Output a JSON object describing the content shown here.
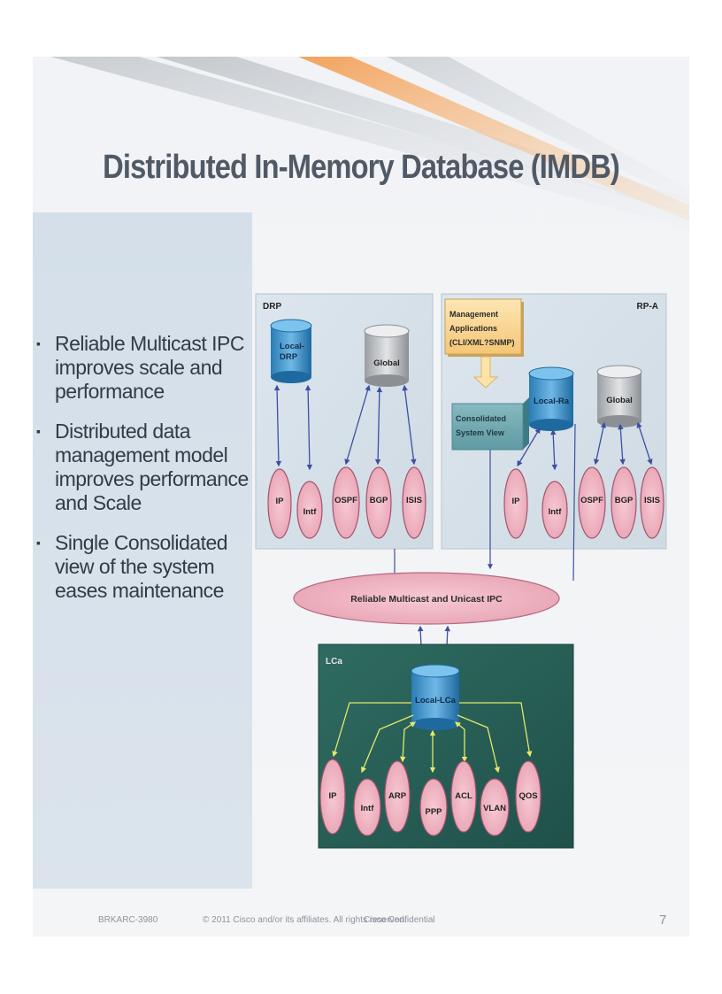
{
  "title": "Distributed In-Memory Database (IMDB)",
  "bullets": [
    "Reliable Multicast IPC improves scale and performance",
    "Distributed data management model improves performance and Scale",
    "Single Consolidated view of the system eases maintenance"
  ],
  "diagram": {
    "drp": {
      "label": "DRP",
      "local_db": "Local-DRP",
      "global_db": "Global",
      "processes": [
        "IP",
        "Intf",
        "OSPF",
        "BGP",
        "ISIS"
      ]
    },
    "rpa": {
      "label": "RP-A",
      "mgmt_app": "Management Applications (CLI/XML?SNMP)",
      "consolidated_view": "Consolidated System View",
      "local_db": "Local-Ra",
      "global_db": "Global",
      "processes": [
        "IP",
        "Intf",
        "OSPF",
        "BGP",
        "ISIS"
      ]
    },
    "ipc": "Reliable Multicast and Unicast IPC",
    "lca": {
      "label": "LCa",
      "local_db": "Local-LCa",
      "processes": [
        "IP",
        "Intf",
        "ARP",
        "PPP",
        "ACL",
        "VLAN",
        "QOS"
      ]
    }
  },
  "footer": {
    "code": "BRKARC-3980",
    "copyright": "© 2011 Cisco and/or its affiliates. All rights reserved.",
    "confidential": "Cisco Confidential",
    "page": "7"
  }
}
